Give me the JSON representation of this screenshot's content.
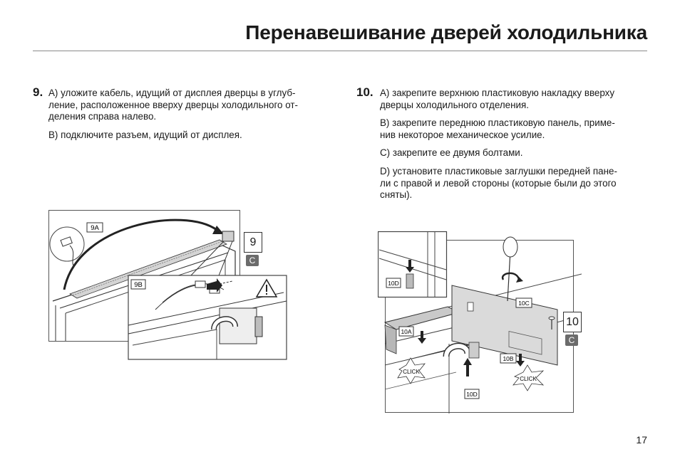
{
  "page": {
    "title": "Перенавешивание дверей холодильника",
    "page_number": "17"
  },
  "step9": {
    "number": "9.",
    "a_lines": [
      "A) уложите кабель, идущий от дисплея дверцы в углуб-",
      "ление, расположенное вверху дверцы холодильного от-",
      "деления справа налево."
    ],
    "b_text": "B) подключите разъем, идущий от дисплея.",
    "figure": {
      "label_a": "9A",
      "label_b": "9B",
      "badge": "9",
      "c_badge": "C"
    }
  },
  "step10": {
    "number": "10.",
    "a_lines": [
      "A) закрепите верхнюю пластиковую накладку вверху",
      "дверцы холодильного отделения."
    ],
    "b_lines": [
      "B) закрепите переднюю пластиковую панель, приме-",
      "нив некоторое механическое усилие."
    ],
    "c_text": "C) закрепите ее двумя болтами.",
    "d_lines": [
      "D) установите пластиковые заглушки передней пане-",
      "ли с правой и левой стороны (которые были до этого",
      "сняты)."
    ],
    "figure": {
      "label_a": "10A",
      "label_b": "10B",
      "label_c": "10C",
      "label_d_top": "10D",
      "label_d_bottom": "10D",
      "click_1": "CLICK",
      "click_2": "CLICK",
      "badge": "10",
      "c_badge": "C"
    }
  }
}
